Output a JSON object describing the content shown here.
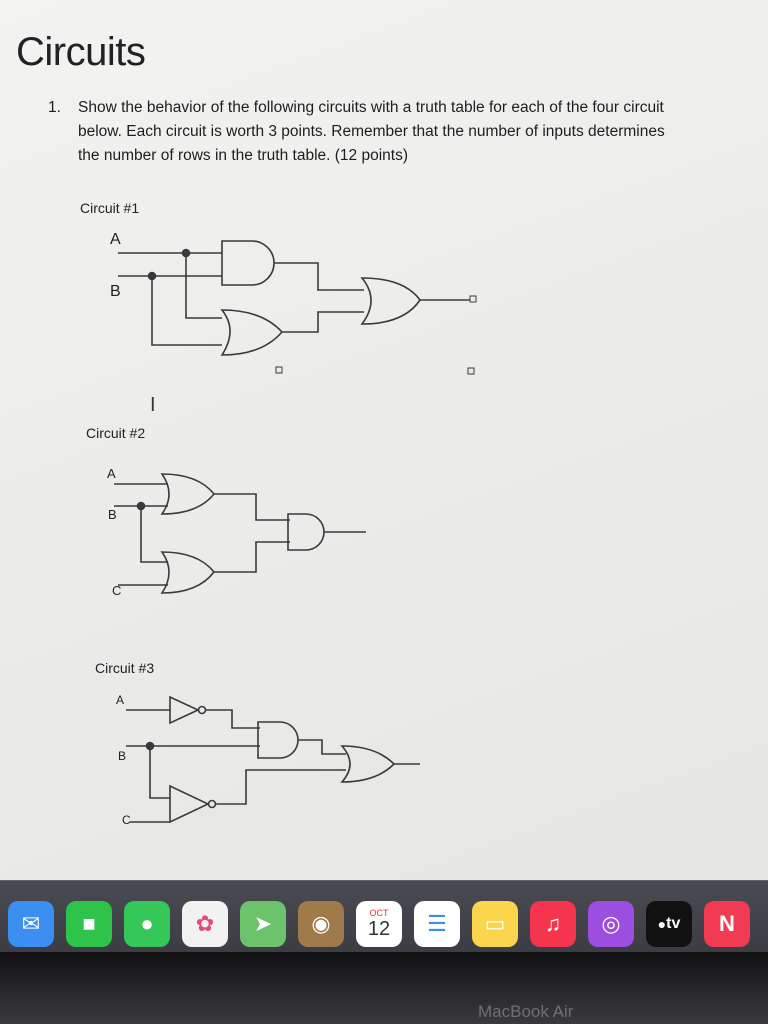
{
  "document": {
    "title": "Circuits",
    "question": {
      "number": "1.",
      "lines": [
        "Show the behavior of the following circuits with a truth table for each of the four circuit",
        "below. Each circuit is worth 3 points.  Remember that the number of inputs determines",
        "the number of rows in the truth table.  (12 points)"
      ]
    },
    "circuits": [
      {
        "label": "Circuit #1",
        "inputs": [
          "A",
          "B"
        ]
      },
      {
        "label": "Circuit #2",
        "inputs": [
          "A",
          "B",
          "C"
        ]
      },
      {
        "label": "Circuit #3",
        "inputs": [
          "A",
          "B",
          "C"
        ]
      }
    ]
  },
  "dock": {
    "apps": [
      {
        "name": "mail-icon",
        "color": "#3a8ff0",
        "glyph": "✉"
      },
      {
        "name": "facetime-icon",
        "color": "#2ec44b",
        "glyph": "■"
      },
      {
        "name": "messages-icon",
        "color": "#36c75a",
        "glyph": "●"
      },
      {
        "name": "photos-icon",
        "color": "#f2f2f2",
        "glyph": "✿"
      },
      {
        "name": "maps-icon",
        "color": "#6cc36b",
        "glyph": "➤"
      },
      {
        "name": "contacts-icon",
        "color": "#a17a4c",
        "glyph": "◉"
      },
      {
        "name": "calendar-icon",
        "color": "#ffffff",
        "glyph": ""
      },
      {
        "name": "reminders-icon",
        "color": "#ffffff",
        "glyph": "☰"
      },
      {
        "name": "notes-icon",
        "color": "#fbd54c",
        "glyph": "▭"
      },
      {
        "name": "music-icon",
        "color": "#f5344d",
        "glyph": "♫"
      },
      {
        "name": "podcasts-icon",
        "color": "#9b4ee0",
        "glyph": "◎"
      },
      {
        "name": "tv-icon",
        "color": "#111111",
        "glyph": ""
      },
      {
        "name": "news-icon",
        "color": "#f23b53",
        "glyph": "N"
      }
    ],
    "calendar": {
      "month": "OCT",
      "day": "12"
    },
    "tv_label": "tv"
  },
  "device": {
    "brand": "MacBook Air"
  }
}
